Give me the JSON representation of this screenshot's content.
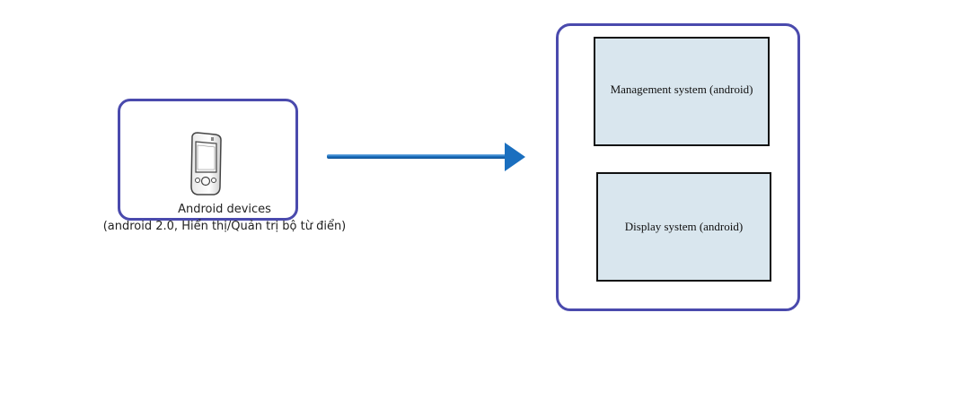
{
  "device": {
    "label_line1": "Android devices",
    "label_line2": "(android 2.0, Hiển thị/Quản trị bộ từ điển)",
    "icon": "mobile-phone-icon"
  },
  "flow": {
    "icon": "right-arrow-icon"
  },
  "systems": {
    "management_label": "Management system (android)",
    "display_label": "Display system (android)"
  },
  "colors": {
    "container_border": "#4a4aad",
    "subsystem_fill": "#d9e6ee",
    "arrow": "#1a6fbf"
  }
}
